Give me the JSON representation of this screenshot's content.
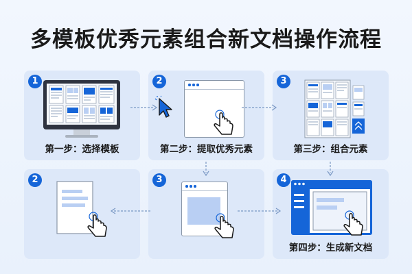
{
  "title": "多模板优秀元素组合新文档操作流程",
  "steps": [
    {
      "number": "1",
      "label": "第一步：选择模板"
    },
    {
      "number": "2",
      "label": "第二步：提取优秀元素"
    },
    {
      "number": "3",
      "label": "第三步：组合元素"
    },
    {
      "number": "2",
      "label": ""
    },
    {
      "number": "3",
      "label": ""
    },
    {
      "number": "4",
      "label": "第四步：生成新文档"
    }
  ],
  "colors": {
    "accent": "#1565d8",
    "card": "#dde8f9",
    "placeholder": "#b9cff3",
    "title": "#1a1a1a"
  },
  "icons": [
    "monitor-icon",
    "cursor-icon",
    "hand-pointer-icon",
    "window-icon",
    "document-icon"
  ]
}
